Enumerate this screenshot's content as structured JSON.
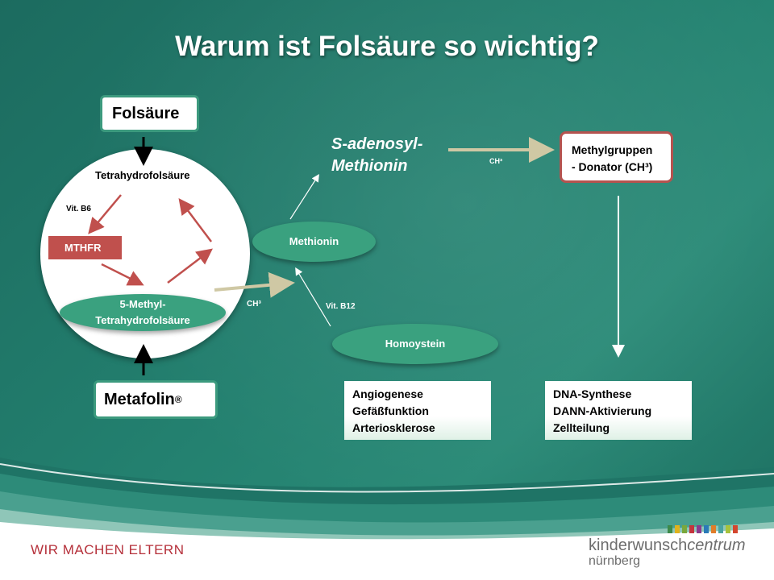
{
  "title": "Warum ist Folsäure so wichtig?",
  "nodes": {
    "folsaeure": "Folsäure",
    "tetrahydrofolsaeure": "Tetrahydrofolsäure",
    "vit_b6": "Vit. B6",
    "mthfr": "MTHFR",
    "methyl_thf_line1": "5-Methyl-",
    "methyl_thf_line2": "Tetrahydrofolsäure",
    "metafolin": "Metafolin",
    "metafolin_mark": "®",
    "ch3_left": "CH³",
    "methionin": "Methionin",
    "vit_b12": "Vit. B12",
    "homoystein": "Homoystein",
    "sam_line1": "S-adenosyl-",
    "sam_line2": "Methionin",
    "ch3_right": "CH³",
    "donor_line1": "Methylgruppen",
    "donor_line2": "- Donator  (CH³)"
  },
  "info_left": [
    "Angiogenese",
    "Gefäßfunktion",
    "Arteriosklerose"
  ],
  "info_right": [
    "DNA-Synthese",
    "DANN-Aktivierung",
    "Zellteilung"
  ],
  "footer": {
    "slogan": "WIR MACHEN ELTERN",
    "brand_light": "kinderwunsch",
    "brand_italic": "centrum",
    "city": "nürnberg",
    "logo_colors": [
      "#3d8a4a",
      "#e0b21c",
      "#7aa83c",
      "#c4343d",
      "#8b3a8f",
      "#2a7ab8",
      "#e07d2a",
      "#4aa3a0",
      "#a8c23c",
      "#d4462e"
    ]
  },
  "colors": {
    "accent_red": "#c0504d",
    "ellipse_green": "#3aa17f",
    "box_border_teal": "#3c9a7e",
    "box_border_red": "#b5534f",
    "slogan_red": "#b5303a",
    "brand_gray": "#6d6d6d"
  }
}
